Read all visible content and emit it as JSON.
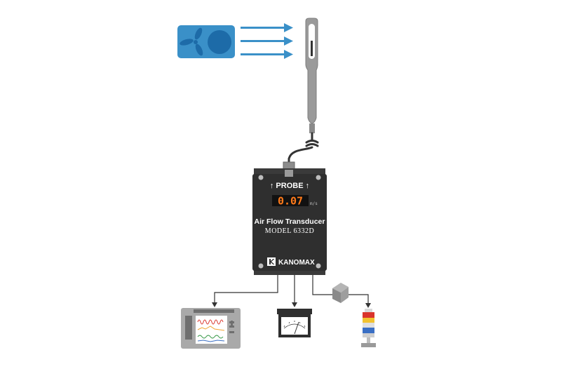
{
  "transducer": {
    "probe_label": "↑ PROBE ↑",
    "display_value": "0.07",
    "display_unit": "m/s",
    "title": "Air Flow Transducer",
    "model": "MODEL 6332D",
    "brand": "KANOMAX"
  },
  "colors": {
    "fan_box": "#3a90c8",
    "fan_dark": "#1d6ba8",
    "airflow_arrow": "#3a90c8",
    "probe": "#9a9a9a",
    "transducer_body": "#2f2f2f",
    "display_digits": "#ff7a1a",
    "cable": "#333333",
    "recorder_body": "#a9a9a9",
    "tower_red": "#d9342b",
    "tower_yellow": "#f2c230",
    "tower_blue": "#3a6fc4"
  },
  "icons": [
    "fan-icon",
    "airflow-arrow-icon",
    "anemometer-probe-icon",
    "kanomax-logo-icon",
    "chart-recorder-icon",
    "analog-meter-icon",
    "relay-box-icon",
    "signal-tower-icon"
  ]
}
